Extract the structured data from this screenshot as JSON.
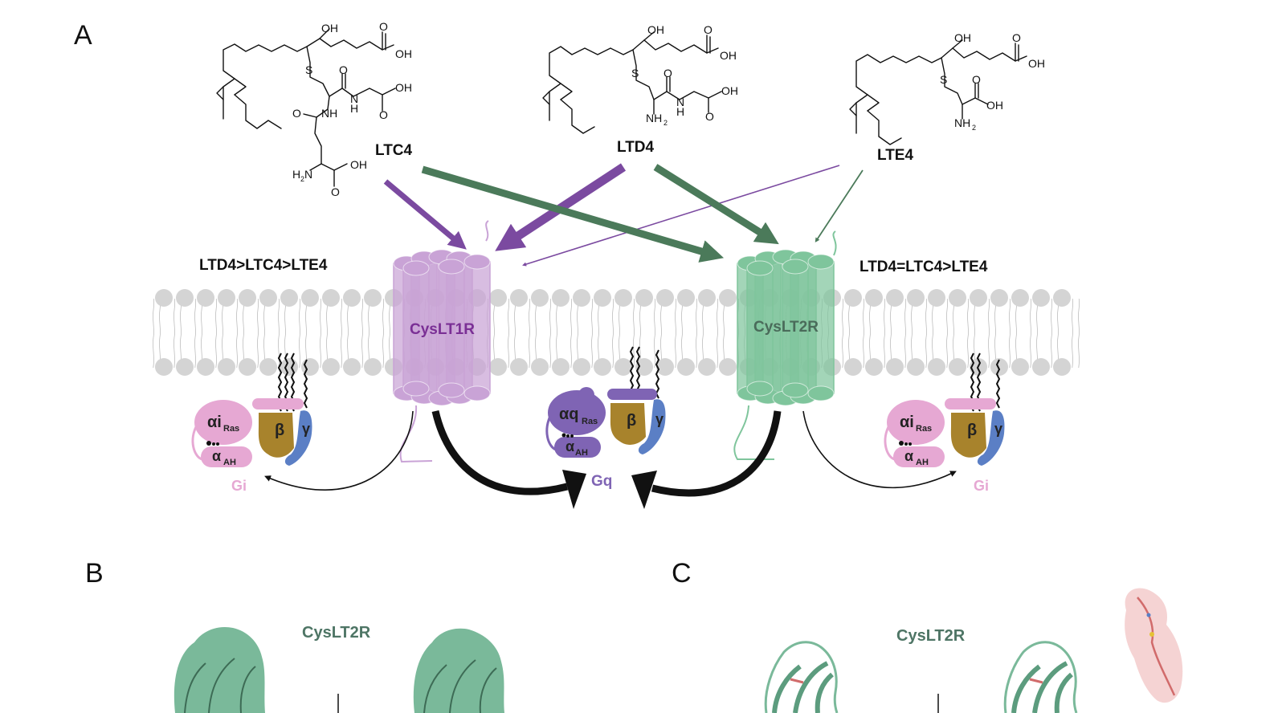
{
  "panels": {
    "a": "A",
    "b": "B",
    "c": "C"
  },
  "ligands": [
    {
      "id": "ltc4",
      "label": "LTC4"
    },
    {
      "id": "ltd4",
      "label": "LTD4"
    },
    {
      "id": "lte4",
      "label": "LTE4"
    }
  ],
  "chem_labels": {
    "oh": "OH",
    "o": "O",
    "s": "S",
    "nh": "NH",
    "n": "N",
    "h": "H",
    "nh2": "NH",
    "sub2": "2",
    "h2n": "H",
    "h2n_n": "N"
  },
  "receptors": {
    "cyslt1r": {
      "label": "CysLT1R",
      "potency": "LTD4>LTC4>LTE4",
      "color": "#c9a3d6",
      "text_color": "#7a2f95"
    },
    "cyslt2r": {
      "label": "CysLT2R",
      "potency": "LTD4=LTC4>LTE4",
      "color": "#7fc59c",
      "text_color": "#4a6b5a"
    }
  },
  "g_proteins": {
    "gi": {
      "label": "Gi",
      "alpha_ras": "αi",
      "ras_sub": "Ras",
      "alpha_ah": "α",
      "ah_sub": "AH",
      "beta": "β",
      "gamma": "γ",
      "color": "#e6a8d3"
    },
    "gq": {
      "label": "Gq",
      "alpha_ras": "αq",
      "ras_sub": "Ras",
      "alpha_ah": "α",
      "ah_sub": "AH",
      "beta": "β",
      "gamma": "γ",
      "color": "#7f64b4"
    }
  },
  "colors": {
    "purple_arrow": "#7b4aa0",
    "green_arrow": "#4b7a5a",
    "membrane_head": "#d4d4d4",
    "beta": "#a8832c",
    "gamma": "#5b7fc5",
    "label_teal": "#4e7565"
  },
  "structures": {
    "b_title": "CysLT2R",
    "c_title": "CysLT2R"
  }
}
